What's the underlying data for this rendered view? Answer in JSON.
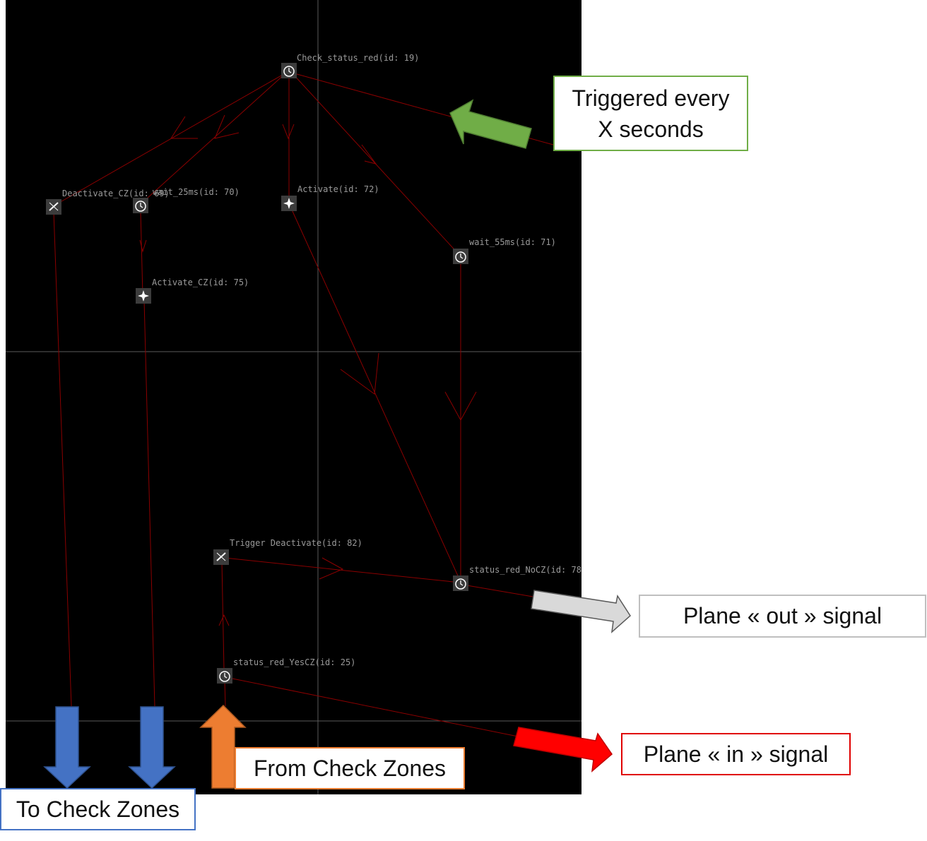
{
  "diagram": {
    "nodes": [
      {
        "id": "check-status-red",
        "label": "Check_status_red(id: 19)",
        "icon": "timer-icon"
      },
      {
        "id": "deactivate-cz",
        "label": "Deactivate_CZ(id: 69)",
        "icon": "deactivate-icon"
      },
      {
        "id": "wait-25ms",
        "label": "wait_25ms(id: 70)",
        "icon": "timer-icon"
      },
      {
        "id": "activate",
        "label": "Activate(id: 72)",
        "icon": "activate-icon"
      },
      {
        "id": "wait-55ms",
        "label": "wait_55ms(id: 71)",
        "icon": "timer-icon"
      },
      {
        "id": "activate-cz",
        "label": "Activate_CZ(id: 75)",
        "icon": "activate-icon"
      },
      {
        "id": "trigger-deactivate",
        "label": "Trigger Deactivate(id: 82)",
        "icon": "deactivate-icon"
      },
      {
        "id": "status-red-nocz",
        "label": "status_red_NoCZ(id: 78)",
        "icon": "timer-icon"
      },
      {
        "id": "status-red-yescz",
        "label": "status_red_YesCZ(id: 25)",
        "icon": "timer-icon"
      }
    ]
  },
  "callouts": {
    "triggered_line1": "Triggered every",
    "triggered_line2": "X seconds",
    "plane_out": "Plane « out » signal",
    "plane_in": "Plane « in » signal",
    "from_check_zones": "From Check Zones",
    "to_check_zones": "To Check Zones"
  },
  "colors": {
    "background": "#000000",
    "edge": "#8b0000",
    "grid": "#5a5a5a",
    "arrow_green": "#70ad47",
    "arrow_grey": "#d9d9d9",
    "arrow_red": "#ff0000",
    "arrow_orange": "#ed7d31",
    "arrow_blue": "#4472c4"
  }
}
